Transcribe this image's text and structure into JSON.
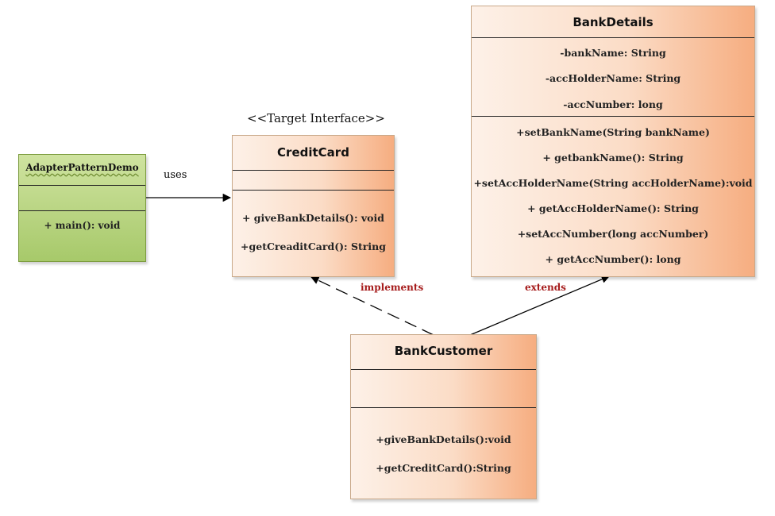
{
  "adapter_demo": {
    "name": "AdapterPatternDemo",
    "methods": [
      "+ main(): void"
    ]
  },
  "uses_label": "uses",
  "target_interface_label": "<<Target Interface>>",
  "credit_card": {
    "name": "CreditCard",
    "methods": [
      "+ giveBankDetails(): void",
      "+getCreaditCard(): String"
    ]
  },
  "bank_details": {
    "name": "BankDetails",
    "attributes": [
      "-bankName: String",
      "-accHolderName: String",
      "-accNumber: long"
    ],
    "methods": [
      "+setBankName(String bankName)",
      "+ getbankName(): String",
      "+setAccHolderName(String accHolderName):void",
      "+ getAccHolderName(): String",
      "+setAccNumber(long accNumber)",
      "+ getAccNumber(): long"
    ]
  },
  "bank_customer": {
    "name": "BankCustomer",
    "methods": [
      "+giveBankDetails():void",
      "+getCreditCard():String"
    ]
  },
  "implements_label": "implements",
  "extends_label": "extends",
  "colors": {
    "class_fill_light": "#fdf1e8",
    "class_fill_dark": "#f6ad80",
    "demo_fill": "#a7c96a",
    "relation_label": "#a61c1c"
  }
}
